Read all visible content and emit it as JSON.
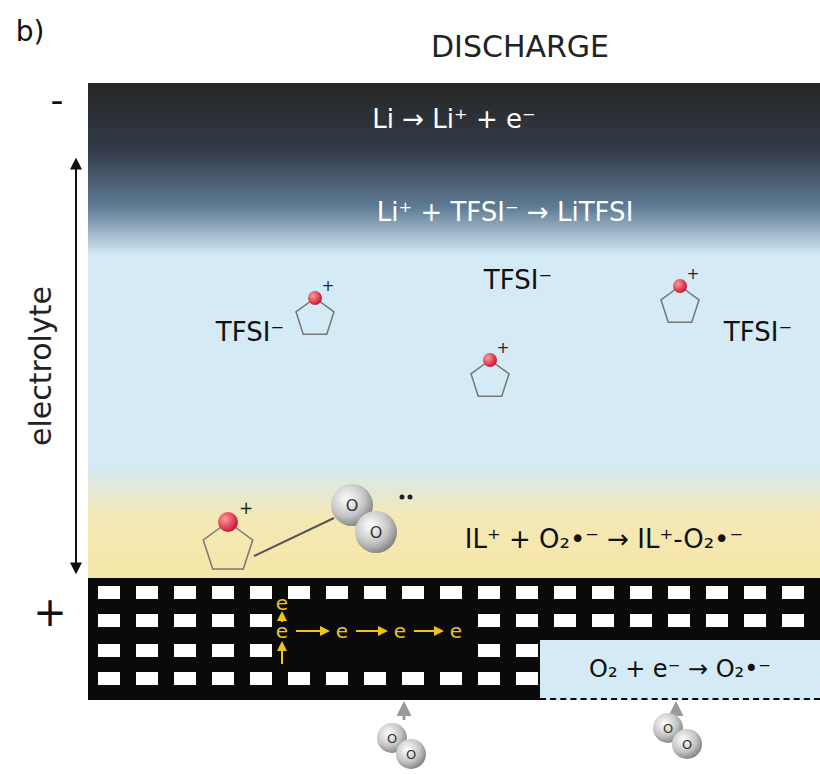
{
  "diagram": {
    "title": "DISCHARGE",
    "nodes": [
      {
        "text": [
          "Li → Li⁺ + e⁻"
        ]
      },
      {
        "text": [
          "IL⁺ + O₂•⁻ → IL⁺-O₂•⁻"
        ]
      },
      {
        "text": [
          "O₂ + e⁻ → O₂•⁻"
        ]
      }
    ],
    "labels": [
      "b)",
      "-",
      "+",
      "electrolyte",
      "Li⁺ + TFSI⁻ → LiTFSI",
      "TFSI⁻",
      "TFSI⁻",
      "TFSI⁻",
      "+",
      "+",
      "+",
      "+",
      "e",
      "e",
      "e",
      "e",
      "e",
      "O",
      "O",
      "O",
      "O",
      "O",
      "O"
    ]
  }
}
